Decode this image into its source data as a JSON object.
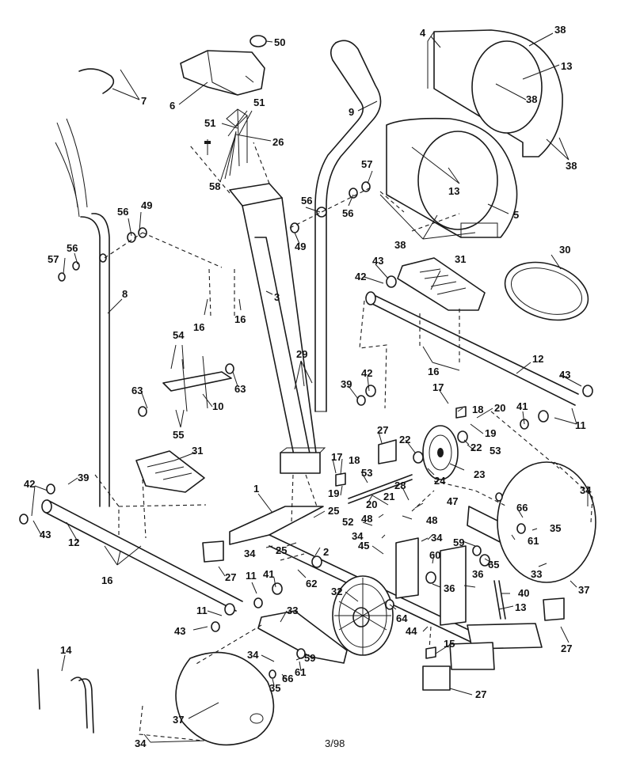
{
  "diagram": {
    "footer_text": "3/98",
    "callouts": [
      {
        "id": "c50",
        "text": "50"
      },
      {
        "id": "c7",
        "text": "7"
      },
      {
        "id": "c6",
        "text": "6"
      },
      {
        "id": "c51a",
        "text": "51"
      },
      {
        "id": "c51b",
        "text": "51"
      },
      {
        "id": "c26",
        "text": "26"
      },
      {
        "id": "c58",
        "text": "58"
      },
      {
        "id": "c9",
        "text": "9"
      },
      {
        "id": "c4",
        "text": "4"
      },
      {
        "id": "c38a",
        "text": "38"
      },
      {
        "id": "c13a",
        "text": "13"
      },
      {
        "id": "c38b",
        "text": "38"
      },
      {
        "id": "c38c",
        "text": "38"
      },
      {
        "id": "c13b",
        "text": "13"
      },
      {
        "id": "c5",
        "text": "5"
      },
      {
        "id": "c38d",
        "text": "38"
      },
      {
        "id": "c57a",
        "text": "57"
      },
      {
        "id": "c56a",
        "text": "56"
      },
      {
        "id": "c56b",
        "text": "56"
      },
      {
        "id": "c49a",
        "text": "49"
      },
      {
        "id": "c56c",
        "text": "56"
      },
      {
        "id": "c49b",
        "text": "49"
      },
      {
        "id": "c57b",
        "text": "57"
      },
      {
        "id": "c56d",
        "text": "56"
      },
      {
        "id": "c8",
        "text": "8"
      },
      {
        "id": "c3",
        "text": "3"
      },
      {
        "id": "c16a",
        "text": "16"
      },
      {
        "id": "c16b",
        "text": "16"
      },
      {
        "id": "c30",
        "text": "30"
      },
      {
        "id": "c43a",
        "text": "43"
      },
      {
        "id": "c42a",
        "text": "42"
      },
      {
        "id": "c31a",
        "text": "31"
      },
      {
        "id": "c54",
        "text": "54"
      },
      {
        "id": "c29",
        "text": "29"
      },
      {
        "id": "c16c",
        "text": "16"
      },
      {
        "id": "c12a",
        "text": "12"
      },
      {
        "id": "c43b",
        "text": "43"
      },
      {
        "id": "c63a",
        "text": "63"
      },
      {
        "id": "c63b",
        "text": "63"
      },
      {
        "id": "c42b",
        "text": "42"
      },
      {
        "id": "c39a",
        "text": "39"
      },
      {
        "id": "c17a",
        "text": "17"
      },
      {
        "id": "c18a",
        "text": "18"
      },
      {
        "id": "c20a",
        "text": "20"
      },
      {
        "id": "c41a",
        "text": "41"
      },
      {
        "id": "c10",
        "text": "10"
      },
      {
        "id": "c19a",
        "text": "19"
      },
      {
        "id": "c11a",
        "text": "11"
      },
      {
        "id": "c55",
        "text": "55"
      },
      {
        "id": "c27a",
        "text": "27"
      },
      {
        "id": "c22a",
        "text": "22"
      },
      {
        "id": "c22b",
        "text": "22"
      },
      {
        "id": "c53a",
        "text": "53"
      },
      {
        "id": "c31b",
        "text": "31"
      },
      {
        "id": "c17b",
        "text": "17"
      },
      {
        "id": "c18b",
        "text": "18"
      },
      {
        "id": "c24",
        "text": "24"
      },
      {
        "id": "c23",
        "text": "23"
      },
      {
        "id": "c53b",
        "text": "53"
      },
      {
        "id": "c34a",
        "text": "34"
      },
      {
        "id": "c42c",
        "text": "42"
      },
      {
        "id": "c39b",
        "text": "39"
      },
      {
        "id": "c1",
        "text": "1"
      },
      {
        "id": "c19b",
        "text": "19"
      },
      {
        "id": "c28",
        "text": "28"
      },
      {
        "id": "c20b",
        "text": "20"
      },
      {
        "id": "c21",
        "text": "21"
      },
      {
        "id": "c47",
        "text": "47"
      },
      {
        "id": "c66a",
        "text": "66"
      },
      {
        "id": "c43c",
        "text": "43"
      },
      {
        "id": "c12b",
        "text": "12"
      },
      {
        "id": "c25a",
        "text": "25"
      },
      {
        "id": "c48a",
        "text": "48"
      },
      {
        "id": "c48b",
        "text": "48"
      },
      {
        "id": "c35a",
        "text": "35"
      },
      {
        "id": "c52",
        "text": "52"
      },
      {
        "id": "c34b",
        "text": "34"
      },
      {
        "id": "c59a",
        "text": "59"
      },
      {
        "id": "c61a",
        "text": "61"
      },
      {
        "id": "c34c",
        "text": "34"
      },
      {
        "id": "c45",
        "text": "45"
      },
      {
        "id": "c34d",
        "text": "34"
      },
      {
        "id": "c25b",
        "text": "25"
      },
      {
        "id": "c2",
        "text": "2"
      },
      {
        "id": "c60",
        "text": "60"
      },
      {
        "id": "c65",
        "text": "65"
      },
      {
        "id": "c33a",
        "text": "33"
      },
      {
        "id": "c16d",
        "text": "16"
      },
      {
        "id": "c27b",
        "text": "27"
      },
      {
        "id": "c11b",
        "text": "11"
      },
      {
        "id": "c41b",
        "text": "41"
      },
      {
        "id": "c62",
        "text": "62"
      },
      {
        "id": "c36a",
        "text": "36"
      },
      {
        "id": "c36b",
        "text": "36"
      },
      {
        "id": "c37a",
        "text": "37"
      },
      {
        "id": "c40",
        "text": "40"
      },
      {
        "id": "c32",
        "text": "32"
      },
      {
        "id": "c64",
        "text": "64"
      },
      {
        "id": "c11c",
        "text": "11"
      },
      {
        "id": "c13c",
        "text": "13"
      },
      {
        "id": "c43d",
        "text": "43"
      },
      {
        "id": "c33b",
        "text": "33"
      },
      {
        "id": "c44",
        "text": "44"
      },
      {
        "id": "c27c",
        "text": "27"
      },
      {
        "id": "c15",
        "text": "15"
      },
      {
        "id": "c14",
        "text": "14"
      },
      {
        "id": "c34e",
        "text": "34"
      },
      {
        "id": "c59b",
        "text": "59"
      },
      {
        "id": "c61b",
        "text": "61"
      },
      {
        "id": "c66b",
        "text": "66"
      },
      {
        "id": "c35b",
        "text": "35"
      },
      {
        "id": "c27d",
        "text": "27"
      },
      {
        "id": "c37b",
        "text": "37"
      },
      {
        "id": "c34f",
        "text": "34"
      }
    ]
  }
}
